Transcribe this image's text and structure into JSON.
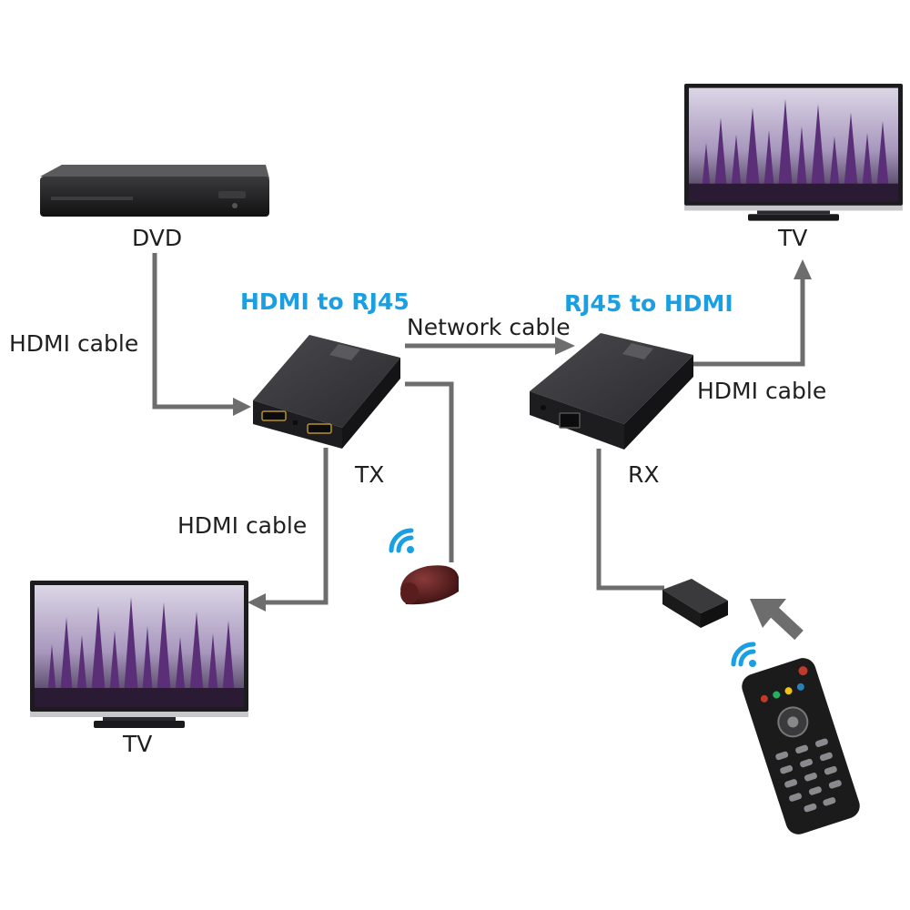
{
  "colors": {
    "wire": "#6d6d6d",
    "accent": "#1aa0e2",
    "device": "#2b2b2d",
    "text": "#1f1f1f",
    "sky": "#b6b0c8",
    "flower": "#6a3f86"
  },
  "labels": {
    "dvd": "DVD",
    "tv_top": "TV",
    "tv_bottom": "TV",
    "tx_title": "HDMI to RJ45",
    "rx_title": "RJ45 to HDMI",
    "network_cable": "Network cable",
    "hdmi_cable_dvd": "HDMI cable",
    "hdmi_cable_tx_tv": "HDMI cable",
    "hdmi_cable_rx_tv": "HDMI cable",
    "tx": "TX",
    "rx": "RX"
  },
  "icons": {
    "dvd": "bluray-player-icon",
    "tv": "tv-icon",
    "tx": "hdmi-extender-tx-icon",
    "rx": "hdmi-extender-rx-icon",
    "ir_emitter": "ir-emitter-icon",
    "ir_receiver": "ir-receiver-icon",
    "remote": "remote-control-icon",
    "wireless": "wireless-signal-icon",
    "arrow": "arrow-icon"
  }
}
